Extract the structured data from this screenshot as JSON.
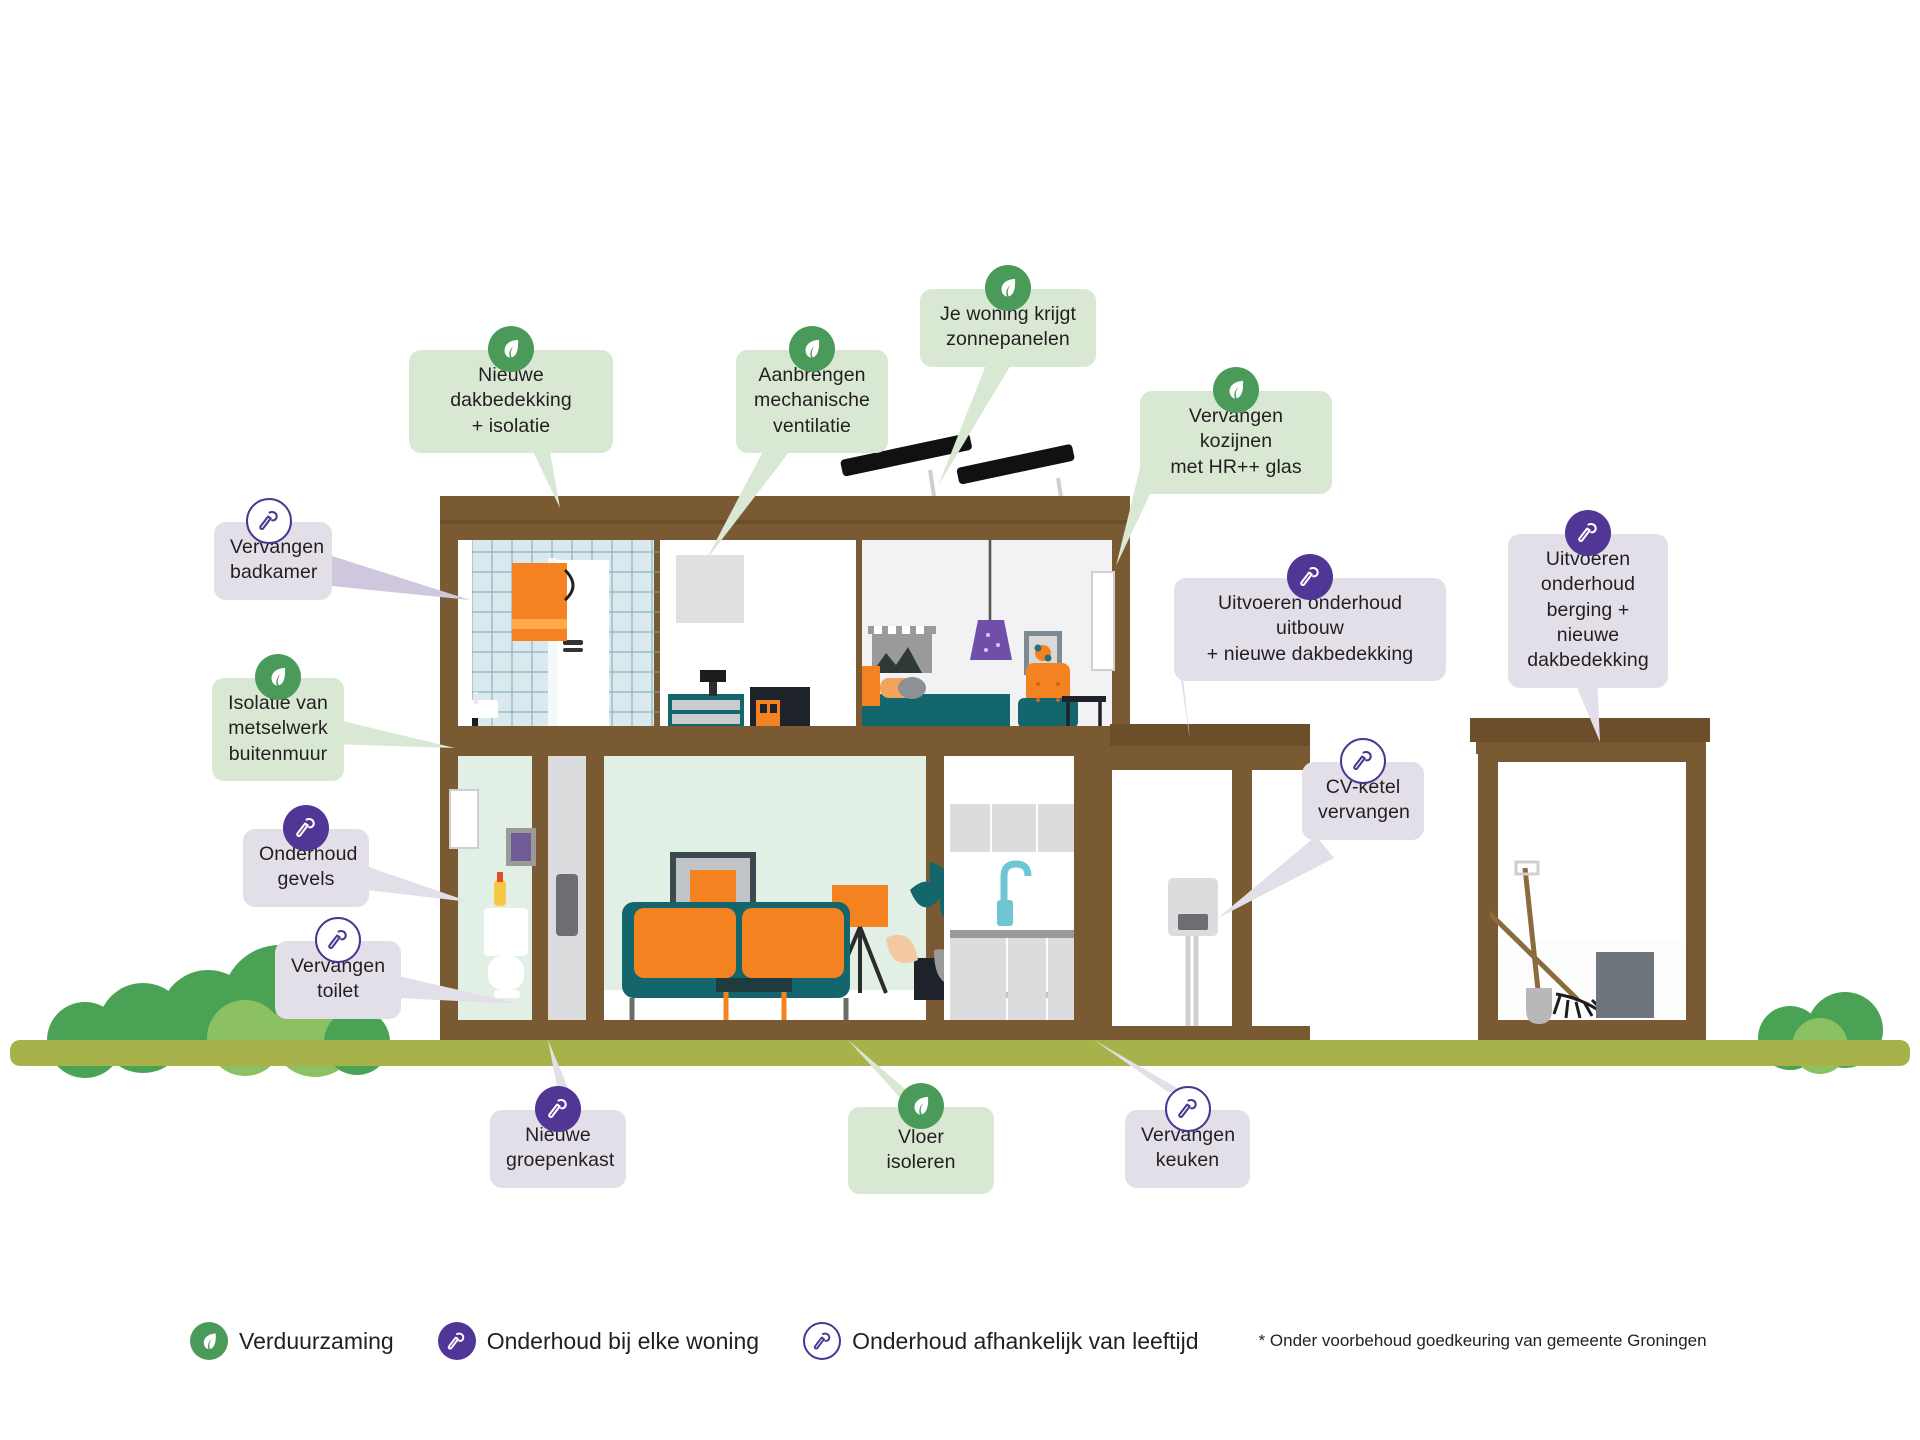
{
  "meta": {
    "colors": {
      "green_badge": "#4a9b59",
      "green_bubble": "#d8e8d2",
      "purple_badge": "#503695",
      "purple_bubble": "#e3dfe9",
      "wood": "#7a5a32",
      "grass": "#a8b24a",
      "orange": "#f58220",
      "teal": "#125c5e",
      "bush_dark": "#4aa355",
      "bush_light": "#8cc163"
    }
  },
  "callouts": [
    {
      "id": "vervangen-badkamer",
      "icon": "hammer-outline-icon",
      "style": "purple",
      "text": "Vervangen\nbadkamer"
    },
    {
      "id": "nieuwe-dakbedekking",
      "icon": "leaf-icon",
      "style": "green",
      "text": "Nieuwe dakbedekking\n+ isolatie"
    },
    {
      "id": "mechanische-ventilatie",
      "icon": "leaf-icon",
      "style": "green",
      "text": "Aanbrengen\nmechanische\nventilatie"
    },
    {
      "id": "zonnepanelen",
      "icon": "leaf-icon",
      "style": "green",
      "text": "Je woning krijgt\nzonnepanelen"
    },
    {
      "id": "kozijnen-hr-glas",
      "icon": "leaf-icon",
      "style": "green",
      "text": "Vervangen kozijnen\nmet HR++ glas"
    },
    {
      "id": "onderhoud-uitbouw",
      "icon": "hammer-solid-icon",
      "style": "purple",
      "text": "Uitvoeren onderhoud uitbouw\n+ nieuwe dakbedekking"
    },
    {
      "id": "onderhoud-berging",
      "icon": "hammer-solid-icon",
      "style": "purple",
      "text": "Uitvoeren\nonderhoud\nberging + nieuwe\ndakbedekking"
    },
    {
      "id": "isolatie-metselwerk",
      "icon": "leaf-icon",
      "style": "green",
      "text": "Isolatie van\nmetselwerk\nbuitenmuur"
    },
    {
      "id": "onderhoud-gevels",
      "icon": "hammer-solid-icon",
      "style": "purple",
      "text": "Onderhoud\ngevels"
    },
    {
      "id": "vervangen-toilet",
      "icon": "hammer-outline-icon",
      "style": "purple",
      "text": "Vervangen\ntoilet"
    },
    {
      "id": "cv-ketel-vervangen",
      "icon": "hammer-outline-icon",
      "style": "purple",
      "text": "CV-ketel\nvervangen"
    },
    {
      "id": "nieuwe-groepenkast",
      "icon": "hammer-solid-icon",
      "style": "purple",
      "text": "Nieuwe\ngroepenkast"
    },
    {
      "id": "vloer-isoleren",
      "icon": "leaf-icon",
      "style": "green",
      "text": "Vloer isoleren"
    },
    {
      "id": "vervangen-keuken",
      "icon": "hammer-outline-icon",
      "style": "purple",
      "text": "Vervangen\nkeuken"
    }
  ],
  "legend": {
    "items": [
      {
        "icon": "leaf-icon",
        "label": "Verduurzaming"
      },
      {
        "icon": "hammer-solid-icon",
        "label": "Onderhoud bij elke woning"
      },
      {
        "icon": "hammer-outline-icon",
        "label": "Onderhoud afhankelijk van leeftijd"
      }
    ],
    "footnote": "* Onder voorbehoud goedkeuring van gemeente Groningen"
  }
}
